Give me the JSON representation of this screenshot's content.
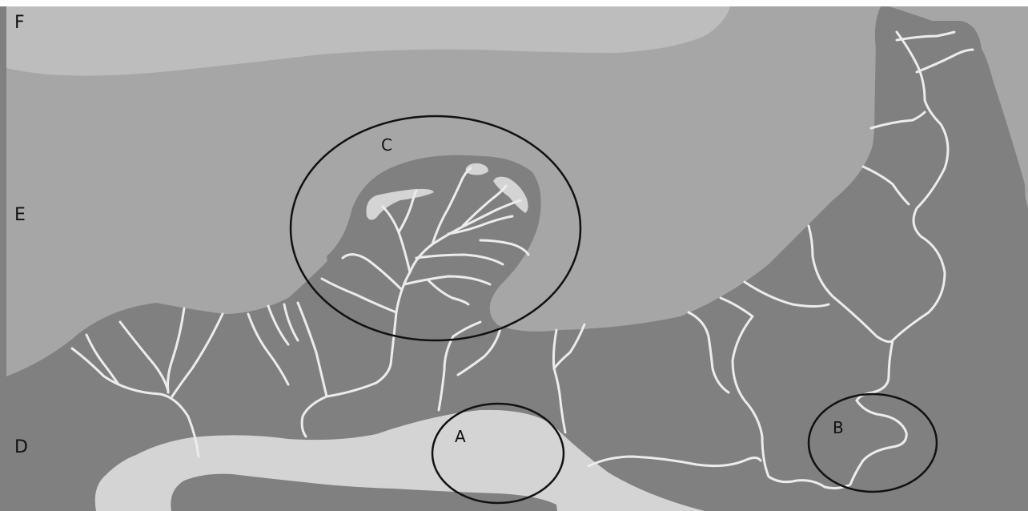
{
  "zone_labels": {
    "f": "F",
    "e": "E",
    "d": "D"
  },
  "circle_labels": {
    "a": "A",
    "b": "B",
    "c": "C"
  },
  "colors": {
    "zone_f": "#bdbdbd",
    "zone_e": "#a6a6a6",
    "zone_d": "#808080",
    "light_area": "#d4d4d4",
    "channels": "#ececec",
    "circles": "#111111"
  }
}
